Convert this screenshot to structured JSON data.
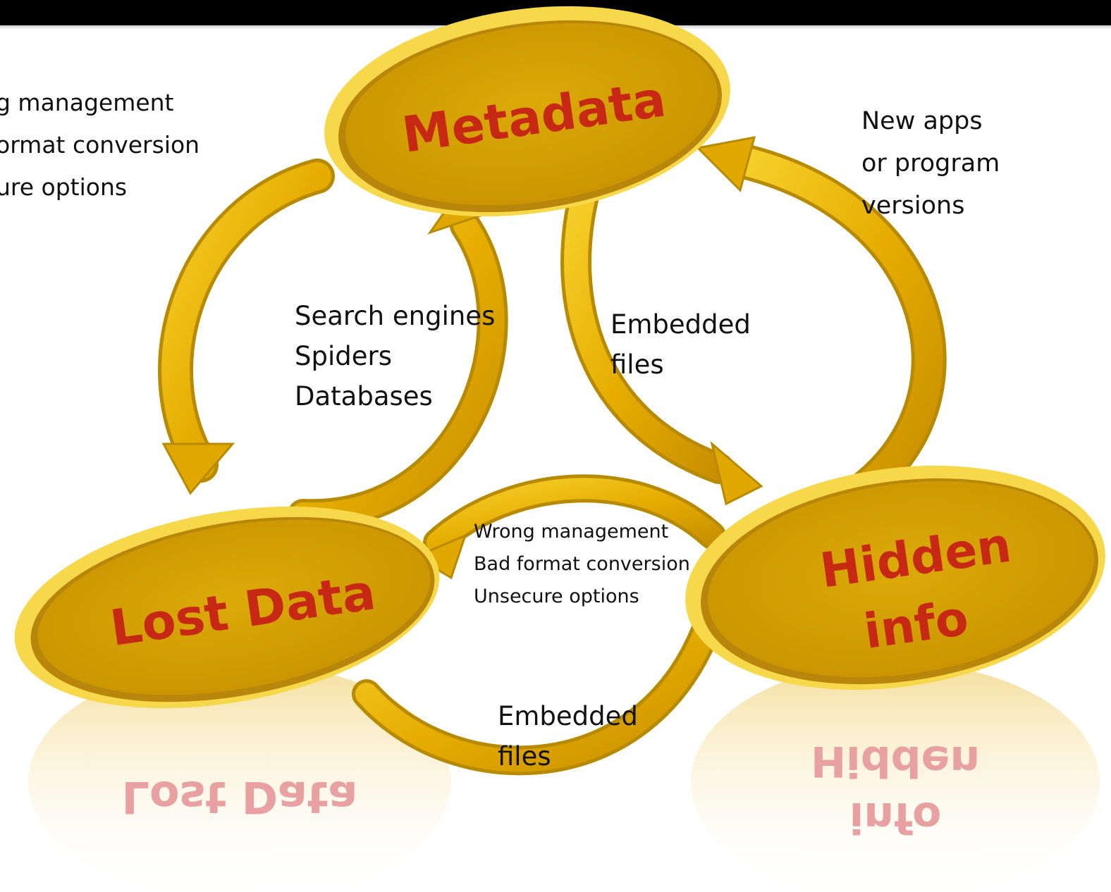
{
  "nodes": {
    "metadata": {
      "lines": [
        "Metadata"
      ]
    },
    "lost_data": {
      "lines": [
        "Lost Data"
      ]
    },
    "hidden_info": {
      "lines": [
        "Hidden",
        "info"
      ]
    }
  },
  "labels": {
    "top_left": [
      "g management",
      "ormat conversion",
      "ure options"
    ],
    "new_apps": [
      "New apps",
      "or program",
      "versions"
    ],
    "search": [
      "Search engines",
      "Spiders",
      "Databases"
    ],
    "embedded_right": [
      "Embedded",
      "files"
    ],
    "middle": [
      "Wrong management",
      "Bad format conversion",
      "Unsecure options"
    ],
    "embedded_bottom": [
      "Embedded",
      "files"
    ]
  },
  "colors": {
    "node_fill": "#d4a100",
    "node_rim": "#f7d84a",
    "arrow_fill": "#e8b400",
    "node_text": "#c62814",
    "top_bar": "#000000"
  }
}
